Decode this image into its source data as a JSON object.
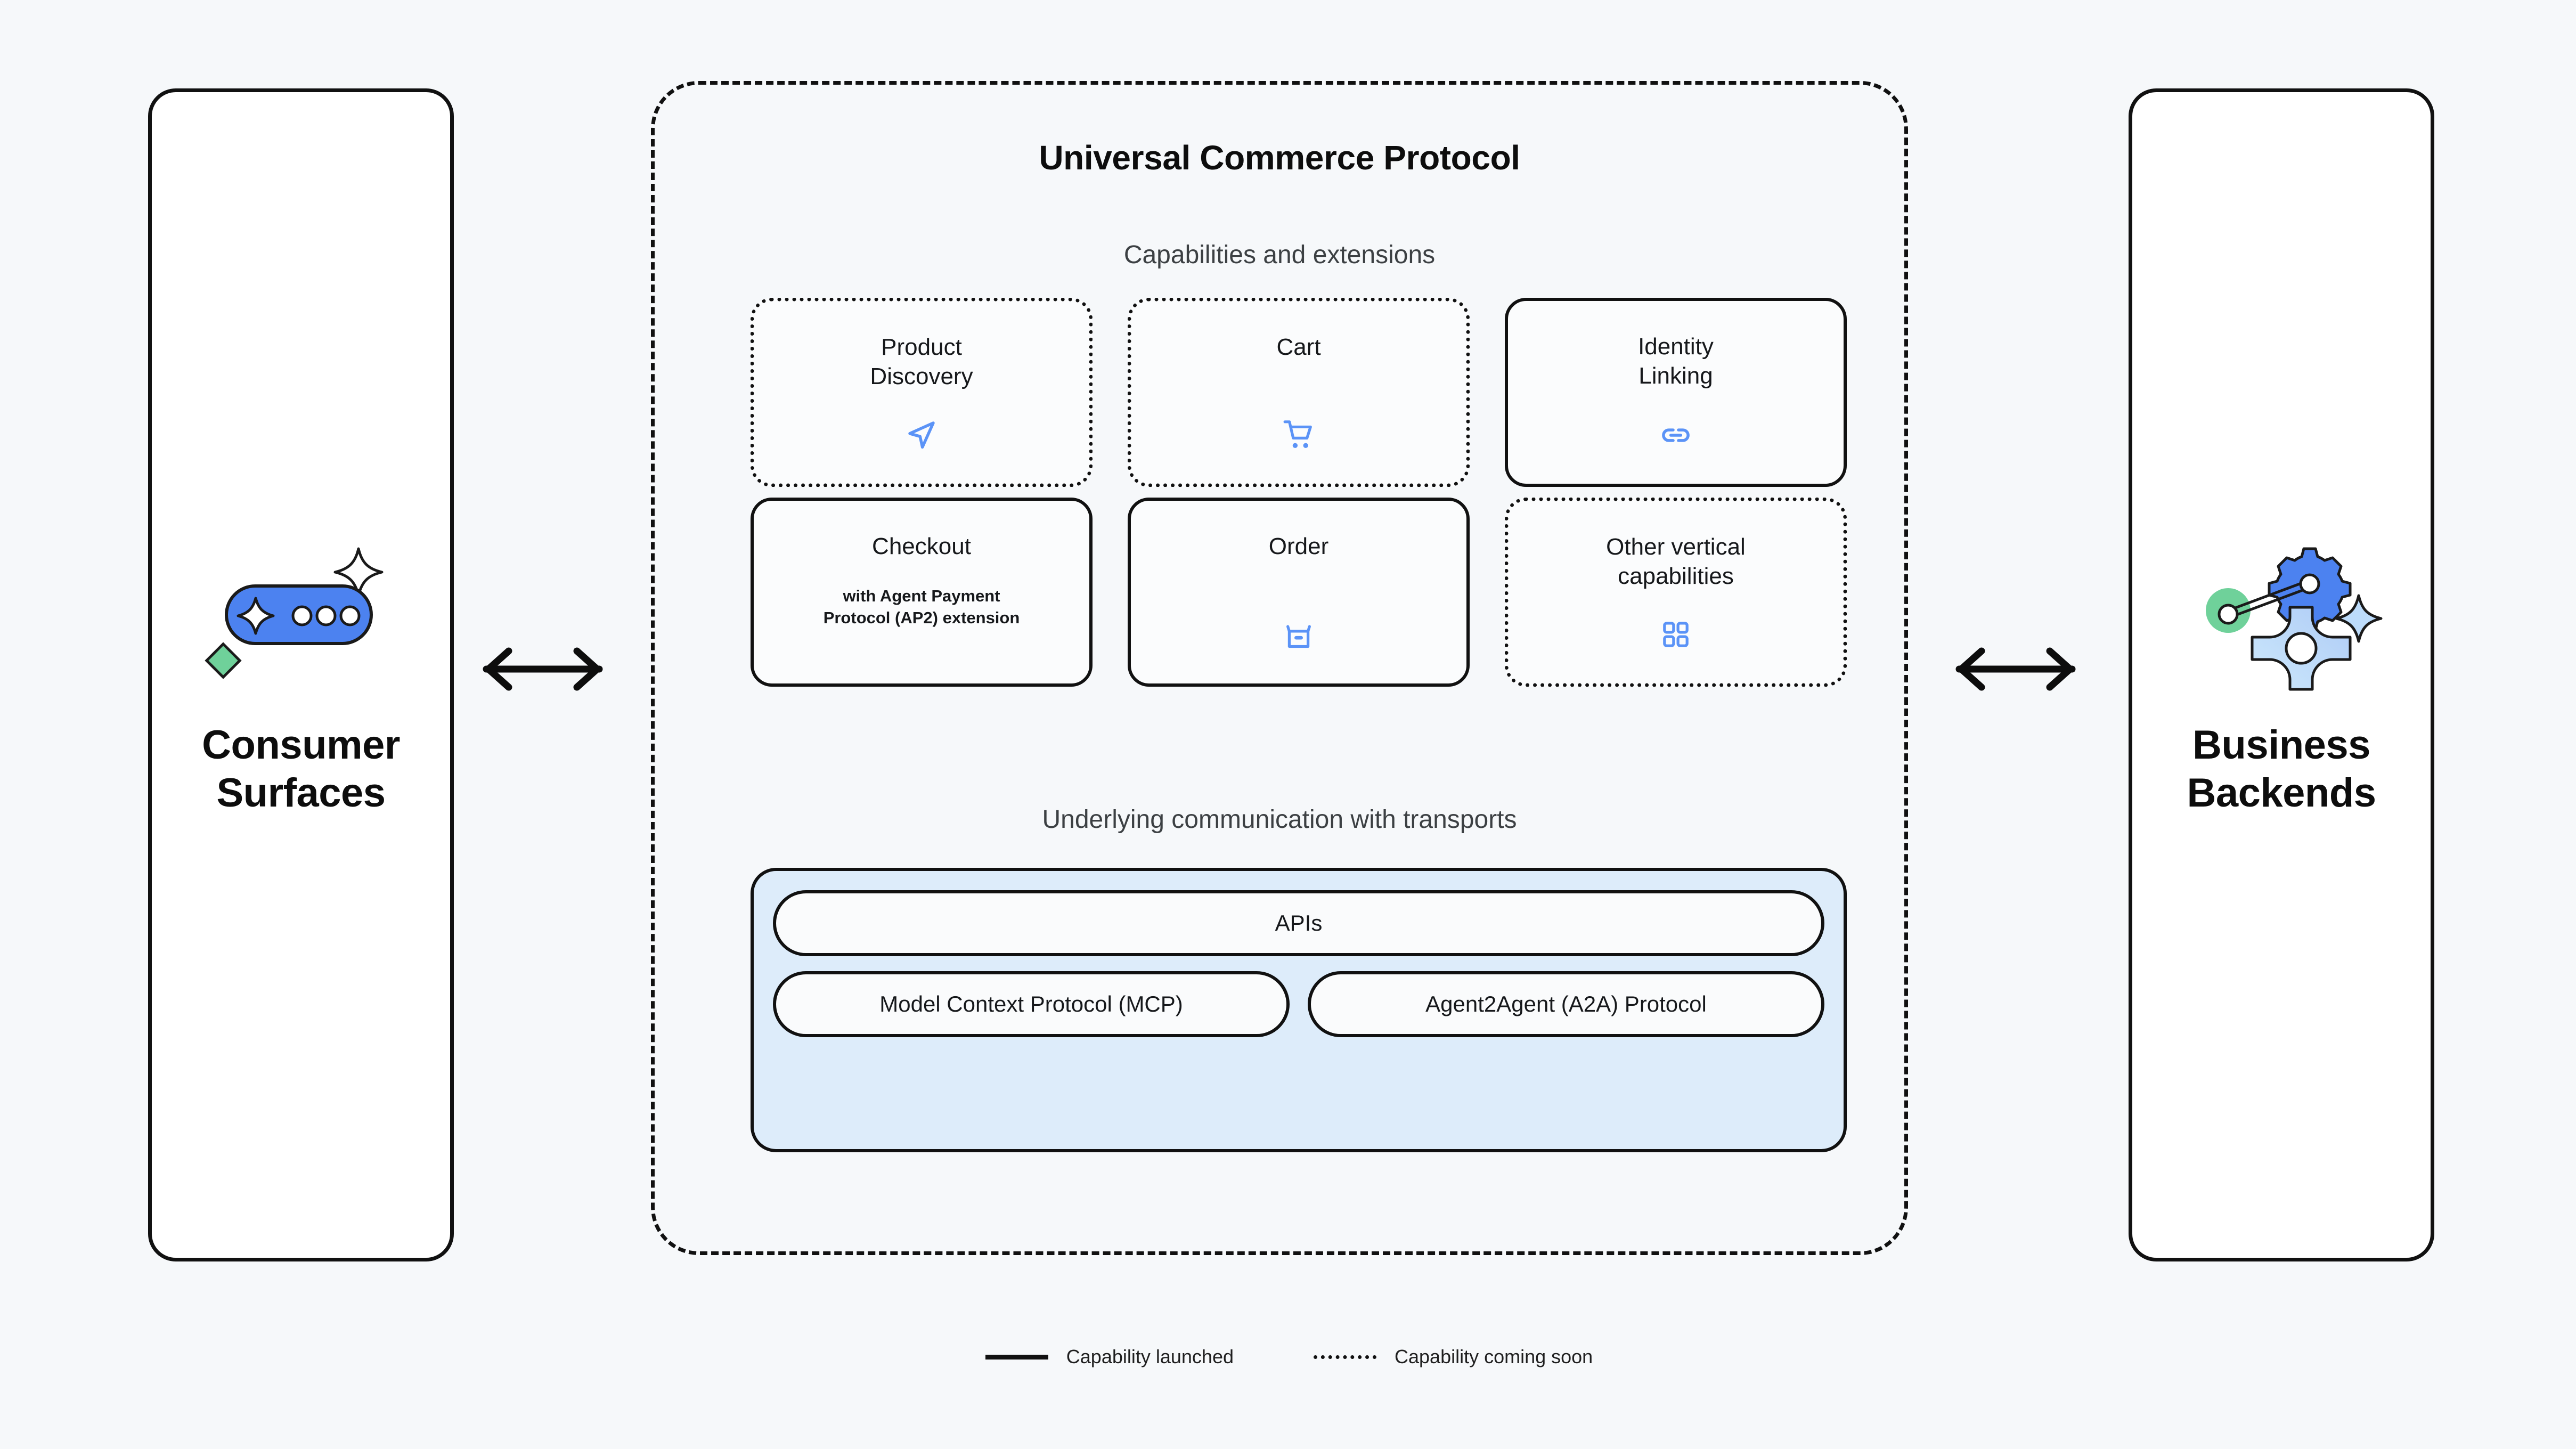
{
  "colors": {
    "background": "#f6f8fa",
    "panel_fill": "#ffffff",
    "stroke": "#111111",
    "accent_blue": "#4285f4",
    "icon_blue": "#5b93f7",
    "transport_fill": "#ddecfa",
    "pill_fill": "#fafbfc",
    "green": "#6fd19a",
    "light_blue": "#bddcfb",
    "subtitle_gray": "#3c4043"
  },
  "left_panel": {
    "title": "Consumer\nSurfaces",
    "title_line1": "Consumer",
    "title_line2": "Surfaces",
    "illustration": "chat-bubble-sparkle-illustration"
  },
  "right_panel": {
    "title_line1": "Business",
    "title_line2": "Backends",
    "illustration": "gears-sparkle-illustration"
  },
  "arrows": {
    "left": "bidirectional-arrow",
    "right": "bidirectional-arrow"
  },
  "protocol": {
    "title": "Universal Commerce Protocol",
    "capabilities_heading": "Capabilities and extensions",
    "transports_heading": "Underlying communication with transports",
    "capabilities": [
      {
        "label": "Product\nDiscovery",
        "label_line1": "Product",
        "label_line2": "Discovery",
        "status": "soon",
        "icon": "navigation-send-icon",
        "subtitle": ""
      },
      {
        "label": "Cart",
        "label_line1": "Cart",
        "label_line2": "",
        "status": "soon",
        "icon": "shopping-cart-icon",
        "subtitle": ""
      },
      {
        "label": "Identity\nLinking",
        "label_line1": "Identity",
        "label_line2": "Linking",
        "status": "launched",
        "icon": "link-chain-icon",
        "subtitle": ""
      },
      {
        "label": "Checkout",
        "label_line1": "Checkout",
        "label_line2": "",
        "status": "launched",
        "icon": "",
        "subtitle": "with Agent Payment Protocol (AP2) extension",
        "subtitle_line1": "with Agent Payment",
        "subtitle_line2": "Protocol (AP2) extension"
      },
      {
        "label": "Order",
        "label_line1": "Order",
        "label_line2": "",
        "status": "launched",
        "icon": "package-box-icon",
        "subtitle": ""
      },
      {
        "label": "Other vertical\ncapabilities",
        "label_line1": "Other vertical",
        "label_line2": "capabilities",
        "status": "soon",
        "icon": "grid-apps-icon",
        "subtitle": ""
      }
    ],
    "transports": {
      "primary": "APIs",
      "secondary": [
        "Model Context Protocol (MCP)",
        "Agent2Agent (A2A) Protocol"
      ]
    }
  },
  "legend": {
    "items": [
      {
        "style": "solid",
        "label": "Capability launched"
      },
      {
        "style": "dotted",
        "label": "Capability coming soon"
      }
    ]
  }
}
